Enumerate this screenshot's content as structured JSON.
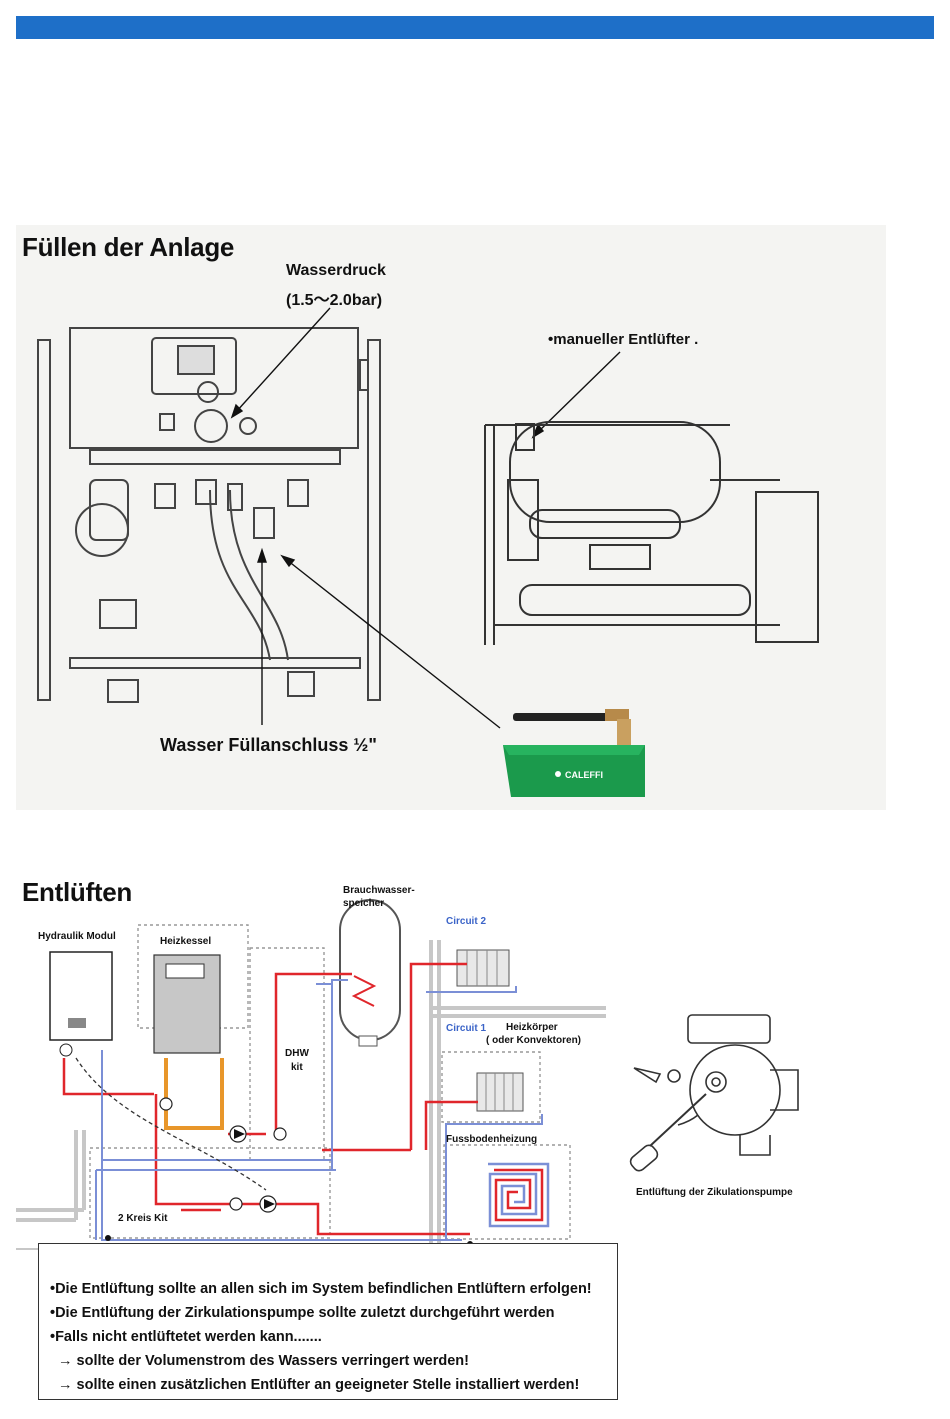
{
  "header": {
    "bar_color": "#1e6fc8"
  },
  "fill_section": {
    "title": "Füllen der Anlage",
    "water_pressure_label": "Wasserdruck",
    "water_pressure_range": "(1.5～2.0bar)",
    "manual_vent_label": "•manueller Entlüfter .",
    "fill_connection_label": "Wasser Füllanschluss ½\"",
    "pump_brand": "CALEFFI"
  },
  "vent_section": {
    "title": "Entlüften",
    "labels": {
      "hydraulic_module": "Hydraulik Modul",
      "boiler": "Heizkessel",
      "dhw_tank_line1": "Brauchwasser-",
      "dhw_tank_line2": "speicher",
      "circuit2": "Circuit 2",
      "circuit1": "Circuit 1",
      "radiator_line1": "Heizkörper",
      "radiator_line2": "( oder Konvektoren)",
      "dhw_kit_line1": "DHW",
      "dhw_kit_line2": "kit",
      "floor_heating": "Fussbodenheizung",
      "two_circuit_kit": "2 Kreis Kit",
      "pump_vent_caption": "Entlüftung der Zikulationspumpe"
    },
    "colors": {
      "supply": "#e0262b",
      "return": "#7b8fd6",
      "boiler_loop": "#e8962a"
    },
    "notes": [
      "•Die Entlüftung sollte an allen sich im System befindlichen Entlüftern erfolgen!",
      "•Die Entlüftung der Zirkulationspumpe sollte zuletzt durchgeführt werden",
      "•Falls nicht entlüftetet werden kann.......",
      "→ sollte der Volumenstrom des Wassers verringert werden!",
      "→ sollte einen zusätzlichen Entlüfter an geeigneter Stelle installiert werden!"
    ]
  }
}
